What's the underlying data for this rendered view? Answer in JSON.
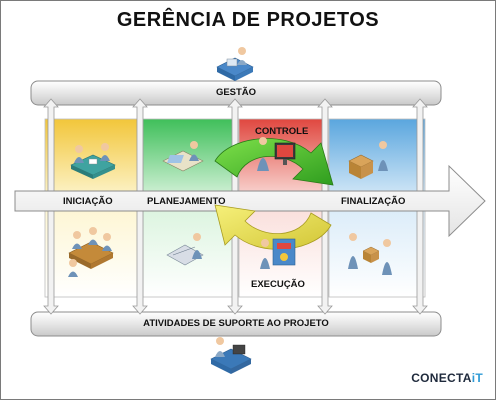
{
  "title": "GERÊNCIA DE PROJETOS",
  "bars": {
    "top": "GESTÃO",
    "bottom": "ATIVIDADES DE SUPORTE AO PROJETO"
  },
  "phases": {
    "iniciacao": "INICIAÇÃO",
    "planejamento": "PLANEJAMENTO",
    "controle": "CONTROLE",
    "execucao": "EXECUÇÃO",
    "finalizacao": "FINALIZAÇÃO"
  },
  "colors": {
    "iniciacao": "#f2c63a",
    "planejamento": "#3fbf5a",
    "controle_execucao": "#e0473f",
    "finalizacao": "#5aa6de",
    "cycle_green": "#4cbf2a",
    "cycle_yellow": "#e6e04a"
  },
  "brand": {
    "text": "CONECTA",
    "accent": "iT"
  }
}
